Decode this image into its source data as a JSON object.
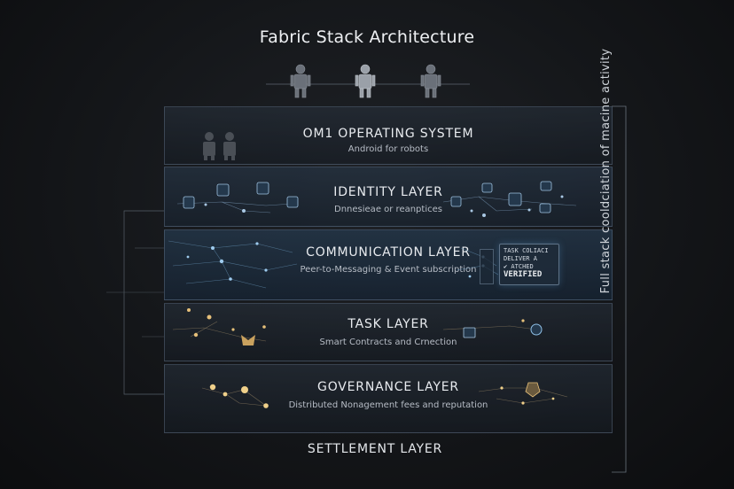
{
  "title": "Fabric Stack Architecture",
  "layers": [
    {
      "name": "OM1 OPERATING SYSTEM",
      "subtitle": "Android for robots"
    },
    {
      "name": "IDENTITY LAYER",
      "subtitle": "Dnnesieae or reanptices"
    },
    {
      "name": "COMMUNICATION LAYER",
      "subtitle": "Peer-to-Messaging & Event subscription"
    },
    {
      "name": "TASK LAYER",
      "subtitle": "Smart Contracts and Crnection"
    },
    {
      "name": "GOVERNANCE LAYER",
      "subtitle": "Distributed Nonagement fees and reputation"
    }
  ],
  "settlement": "SETTLEMENT LAYER",
  "side_label": "Full stack cooldciation of macine activity",
  "task_card": {
    "line1": "TASK COLIACI",
    "line2": "DELIVER A",
    "line3": "✔ ATCHED",
    "line4": "VERIFIED"
  },
  "colors": {
    "accent_blue": "#6fb6e6",
    "accent_gold": "#e8c37a",
    "background": "#141619"
  },
  "icons": [
    "robot-icon",
    "chip-icon",
    "checkbox-icon",
    "document-icon",
    "node-icon"
  ]
}
